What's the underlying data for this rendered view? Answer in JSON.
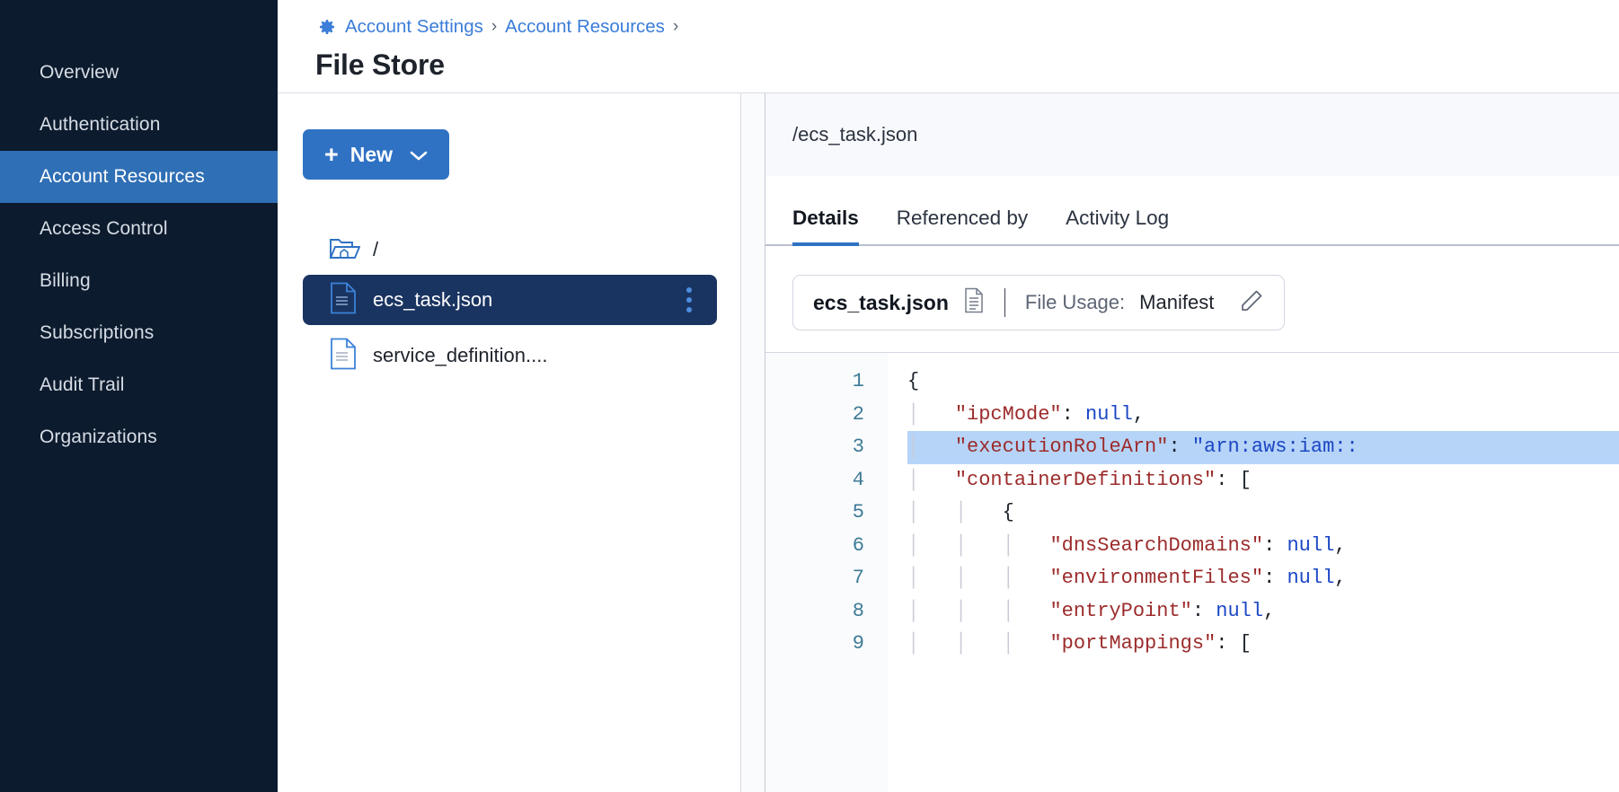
{
  "sidebar": {
    "items": [
      {
        "label": "Overview",
        "active": false
      },
      {
        "label": "Authentication",
        "active": false
      },
      {
        "label": "Account Resources",
        "active": true
      },
      {
        "label": "Access Control",
        "active": false
      },
      {
        "label": "Billing",
        "active": false
      },
      {
        "label": "Subscriptions",
        "active": false
      },
      {
        "label": "Audit Trail",
        "active": false
      },
      {
        "label": "Organizations",
        "active": false
      }
    ]
  },
  "header": {
    "gear_icon": "gear-icon",
    "breadcrumb": [
      {
        "label": "Account Settings",
        "link": true
      },
      {
        "label": "Account Resources",
        "link": true
      }
    ],
    "separator": "›",
    "title": "File Store"
  },
  "tree_panel": {
    "new_button": {
      "plus": "+",
      "label": "New",
      "chevron": "chevron-down-icon"
    },
    "root": {
      "icon": "folder-home-icon",
      "label": "/"
    },
    "files": [
      {
        "name": "ecs_task.json",
        "icon": "file-json-icon",
        "selected": true,
        "menu": "kebab-menu-icon"
      },
      {
        "name": "service_definition....",
        "icon": "file-json-icon",
        "selected": false
      }
    ]
  },
  "detail": {
    "path": "/ecs_task.json",
    "tabs": [
      {
        "label": "Details",
        "active": true
      },
      {
        "label": "Referenced by",
        "active": false
      },
      {
        "label": "Activity Log",
        "active": false
      }
    ],
    "usage_card": {
      "file_name": "ecs_task.json",
      "file_icon": "document-icon",
      "usage_label": "File Usage:",
      "usage_value": "Manifest",
      "edit_icon": "pencil-icon"
    },
    "editor": {
      "highlighted_line": 3,
      "lines": [
        {
          "n": 1,
          "indent": 0,
          "segments": [
            {
              "t": "{",
              "c": "p"
            }
          ]
        },
        {
          "n": 2,
          "indent": 1,
          "segments": [
            {
              "t": "\"ipcMode\"",
              "c": "k"
            },
            {
              "t": ": ",
              "c": "p"
            },
            {
              "t": "null",
              "c": "v"
            },
            {
              "t": ",",
              "c": "p"
            }
          ]
        },
        {
          "n": 3,
          "indent": 1,
          "segments": [
            {
              "t": "\"executionRoleArn\"",
              "c": "k"
            },
            {
              "t": ": ",
              "c": "p"
            },
            {
              "t": "\"arn:aws:iam::",
              "c": "v"
            }
          ]
        },
        {
          "n": 4,
          "indent": 1,
          "segments": [
            {
              "t": "\"containerDefinitions\"",
              "c": "k"
            },
            {
              "t": ": [",
              "c": "p"
            }
          ]
        },
        {
          "n": 5,
          "indent": 2,
          "segments": [
            {
              "t": "{",
              "c": "p"
            }
          ]
        },
        {
          "n": 6,
          "indent": 3,
          "segments": [
            {
              "t": "\"dnsSearchDomains\"",
              "c": "k"
            },
            {
              "t": ": ",
              "c": "p"
            },
            {
              "t": "null",
              "c": "v"
            },
            {
              "t": ",",
              "c": "p"
            }
          ]
        },
        {
          "n": 7,
          "indent": 3,
          "segments": [
            {
              "t": "\"environmentFiles\"",
              "c": "k"
            },
            {
              "t": ": ",
              "c": "p"
            },
            {
              "t": "null",
              "c": "v"
            },
            {
              "t": ",",
              "c": "p"
            }
          ]
        },
        {
          "n": 8,
          "indent": 3,
          "segments": [
            {
              "t": "\"entryPoint\"",
              "c": "k"
            },
            {
              "t": ": ",
              "c": "p"
            },
            {
              "t": "null",
              "c": "v"
            },
            {
              "t": ",",
              "c": "p"
            }
          ]
        },
        {
          "n": 9,
          "indent": 3,
          "segments": [
            {
              "t": "\"portMappings\"",
              "c": "k"
            },
            {
              "t": ": [",
              "c": "p"
            }
          ]
        }
      ]
    }
  },
  "colors": {
    "sidebar_bg": "#0d1b2e",
    "accent": "#2f72c4",
    "selected_row": "#1a3461",
    "link": "#3b7dd8",
    "code_key": "#9c2b2b",
    "code_value": "#1b46c4",
    "line_highlight": "#b6d4f7"
  }
}
